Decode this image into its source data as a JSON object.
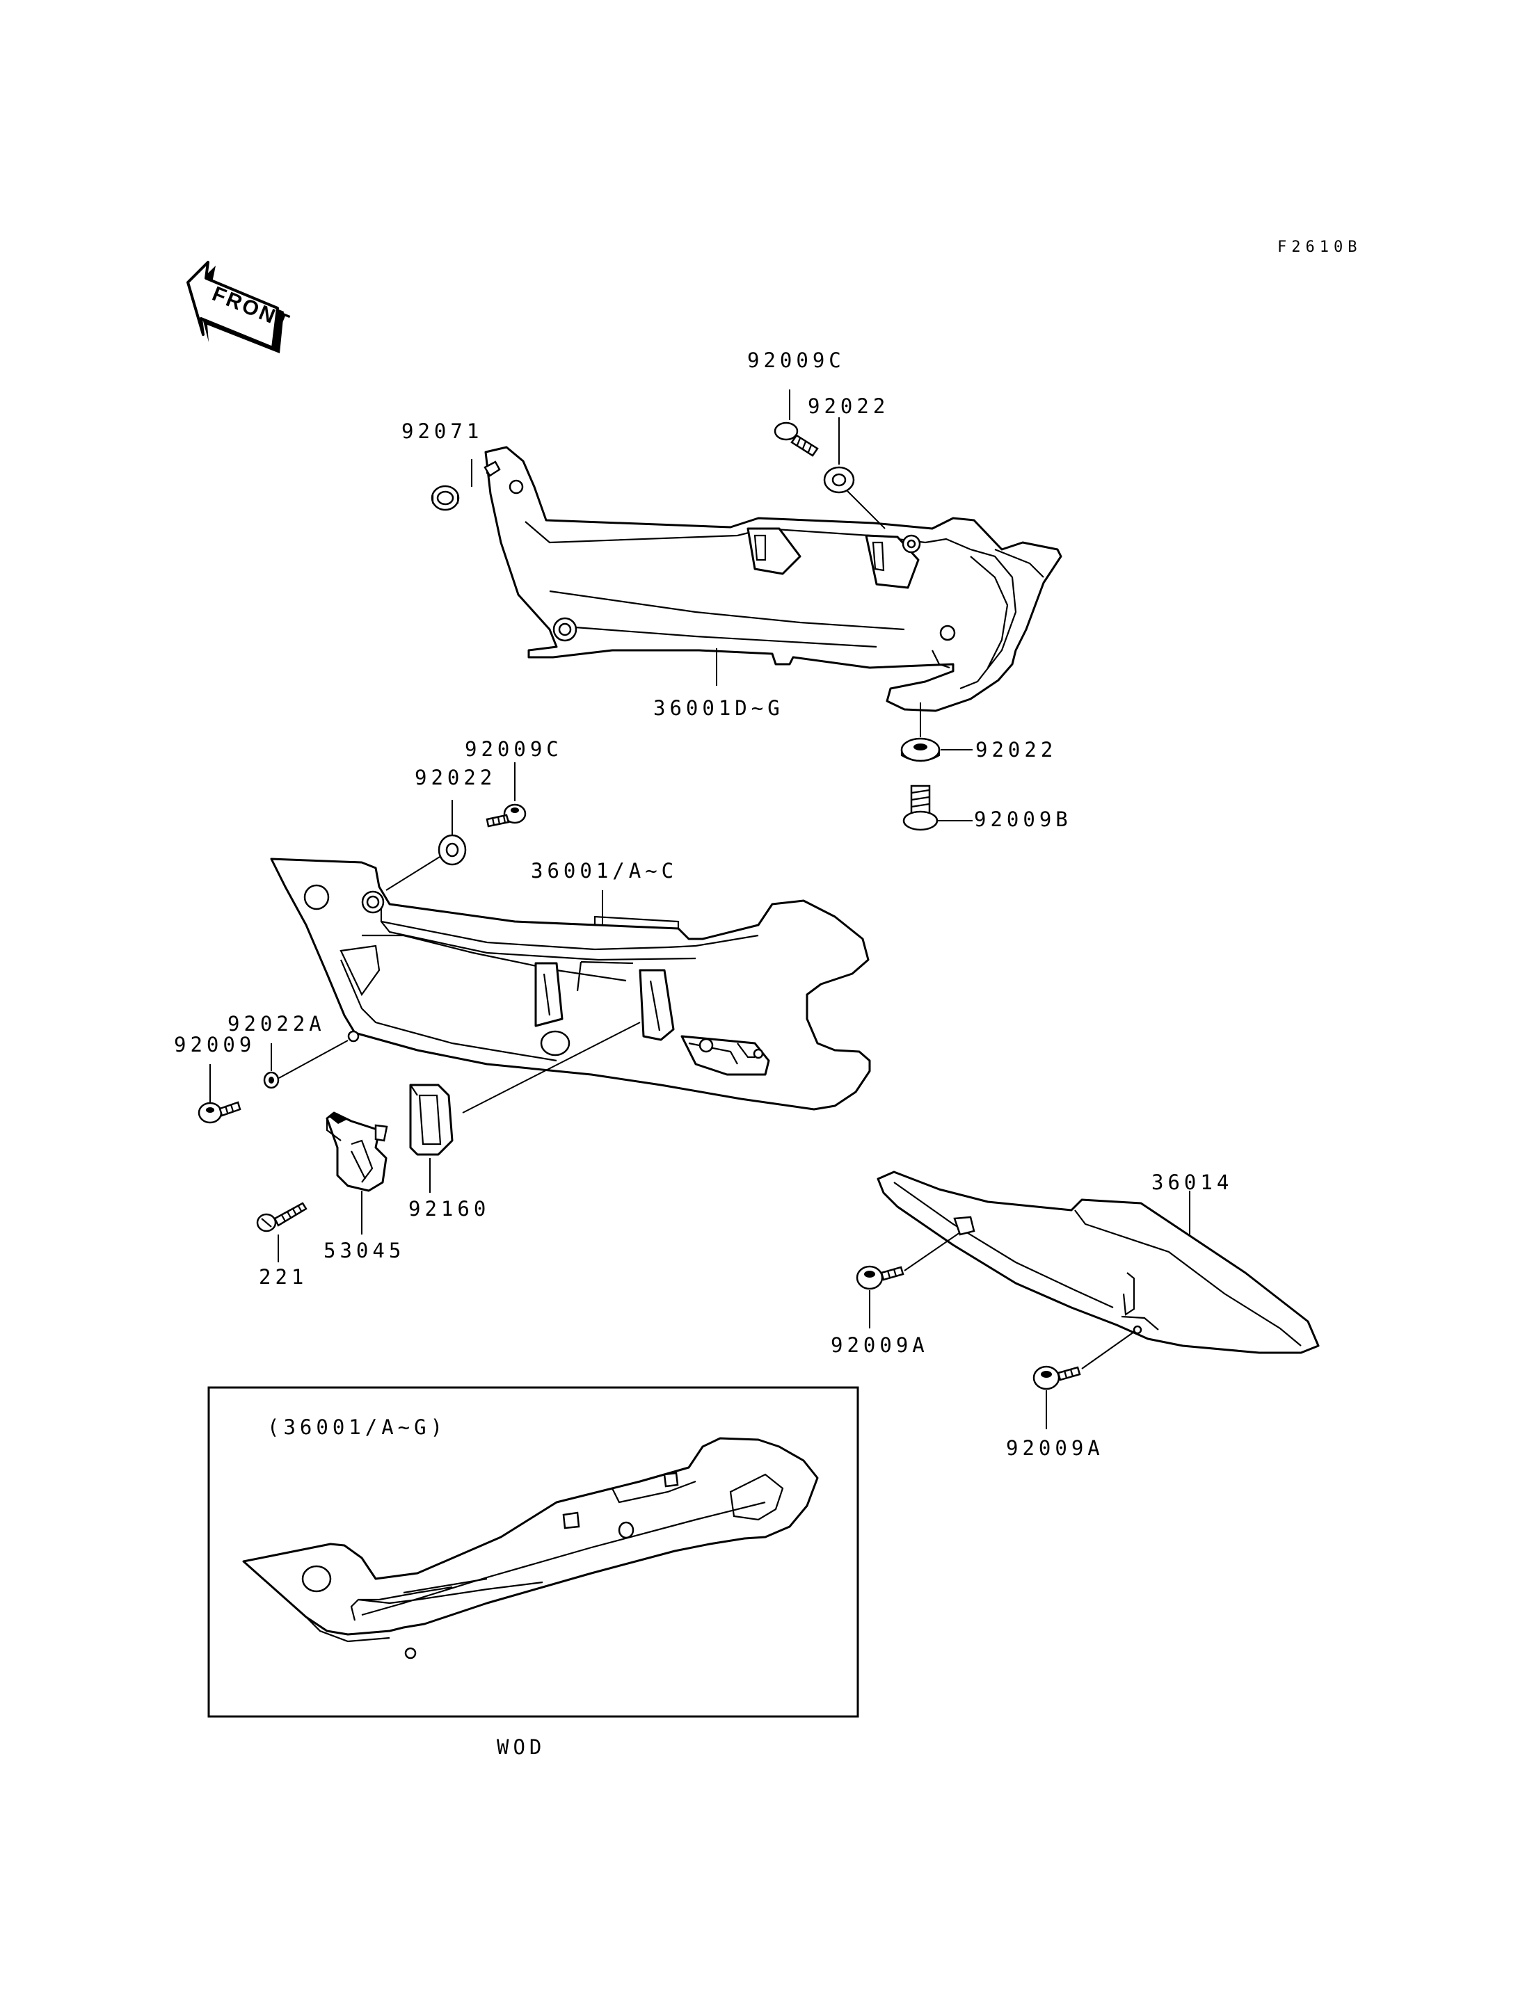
{
  "figure_code": "F2610B",
  "front_label": "FRONT",
  "inset_label": "(36001/A~G)",
  "inset_caption": "WOD",
  "parts": {
    "p92009C_top": "92009C",
    "p92022_top": "92022",
    "p92071": "92071",
    "p36001DG": "36001D~G",
    "p92022_right": "92022",
    "p92009B": "92009B",
    "p92009C_mid": "92009C",
    "p92022_mid": "92022",
    "p36001AC": "36001/A~C",
    "p92022A": "92022A",
    "p92009": "92009",
    "p92160": "92160",
    "p53045": "53045",
    "p221": "221",
    "p36014": "36014",
    "p92009A_left": "92009A",
    "p92009A_right": "92009A"
  },
  "colors": {
    "ink": "#000000",
    "paper": "#ffffff"
  }
}
